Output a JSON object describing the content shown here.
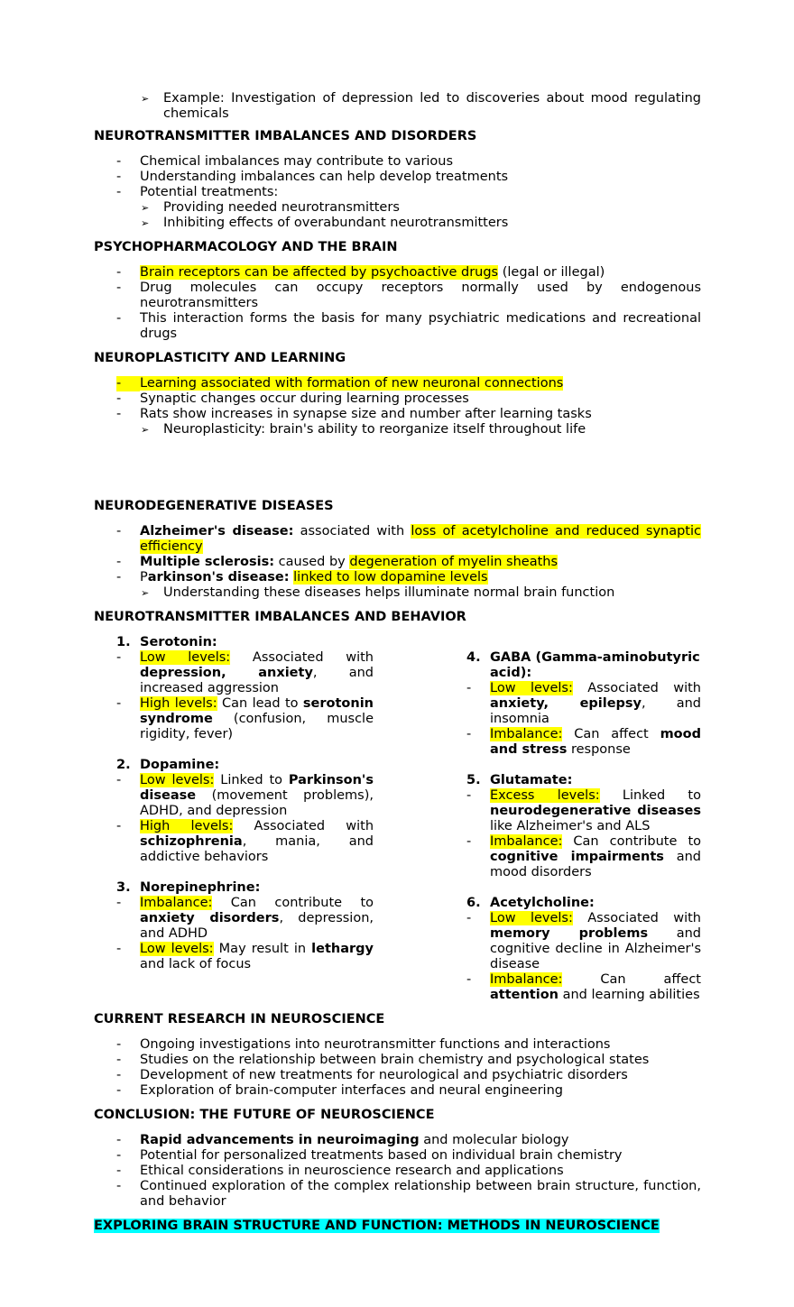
{
  "intro_bullet": "Example: Investigation of depression led to discoveries about mood regulating chemicals",
  "sections": {
    "imbalances": {
      "title": "NEUROTRANSMITTER IMBALANCES AND DISORDERS",
      "items": [
        "Chemical imbalances may contribute to various",
        "Understanding imbalances can help develop treatments",
        "Potential treatments:"
      ],
      "sub": [
        "Providing needed neurotransmitters",
        "Inhibiting effects of overabundant neurotransmitters"
      ]
    },
    "psychopharm": {
      "title": "PSYCHOPHARMACOLOGY AND THE BRAIN",
      "item1_hl": "Brain receptors can be affected by psychoactive drugs",
      "item1_rest": " (legal or illegal)",
      "item2": "Drug molecules can occupy receptors normally used by endogenous neurotransmitters",
      "item3": "This interaction forms the basis for many psychiatric medications and recreational drugs"
    },
    "plasticity": {
      "title": "NEUROPLASTICITY AND LEARNING",
      "item1": "Learning associated with formation of new neuronal connections",
      "item2": "Synaptic changes occur during learning processes",
      "item3": "Rats show increases in synapse size and number after learning tasks",
      "sub": "Neuroplasticity: brain's ability to reorganize itself throughout life"
    },
    "degenerative": {
      "title": "NEURODEGENERATIVE DISEASES",
      "alz_b": "Alzheimer's disease:",
      "alz_t": " associated with ",
      "alz_hl": "loss of acetylcholine and reduced synaptic efficiency",
      "ms_b": "Multiple sclerosis:",
      "ms_t": " caused by ",
      "ms_hl": "degeneration of myelin sheaths",
      "pd_p": "P",
      "pd_b": "arkinson's disease:",
      "pd_hl": "linked to low dopamine levels",
      "sub": "Understanding these diseases helps illuminate normal brain function"
    },
    "behavior": {
      "title": "NEUROTRANSMITTER IMBALANCES AND BEHAVIOR",
      "serotonin": {
        "num": "1.",
        "name": "Serotonin:",
        "a_hl": "Low levels:",
        "a_t1": " Associated with ",
        "a_b": "depression, anxiety",
        "a_t2": ", and increased aggression",
        "b_hl": "High levels:",
        "b_t1": " Can lead to ",
        "b_b": "serotonin syndrome",
        "b_t2": " (confusion, muscle rigidity, fever)"
      },
      "dopamine": {
        "num": "2.",
        "name": "Dopamine:",
        "a_hl": "Low levels:",
        "a_t1": " Linked to ",
        "a_b": "Parkinson's disease",
        "a_t2": " (movement problems), ADHD, and depression",
        "b_hl": "High levels:",
        "b_t1": " Associated with ",
        "b_b": "schizophrenia",
        "b_t2": ", mania, and addictive behaviors"
      },
      "norepinephrine": {
        "num": "3.",
        "name": "Norepinephrine:",
        "a_hl": "Imbalance:",
        "a_t1": " Can contribute to ",
        "a_b": "anxiety disorders",
        "a_t2": ", depression, and ADHD",
        "b_hl": "Low levels:",
        "b_t1": " May result in ",
        "b_b": "lethargy",
        "b_t2": " and lack of focus"
      },
      "gaba": {
        "num": "4.",
        "name": "GABA (Gamma-aminobutyric acid):",
        "a_hl": "Low levels:",
        "a_t1": " Associated with ",
        "a_b": "anxiety, epilepsy",
        "a_t2": ", and insomnia",
        "b_hl": "Imbalance:",
        "b_t1": " Can affect ",
        "b_b": "mood and stress",
        "b_t2": " response"
      },
      "glutamate": {
        "num": "5.",
        "name": "Glutamate:",
        "a_hl": "Excess levels:",
        "a_t1": " Linked to ",
        "a_b": "neurodegenerative diseases",
        "a_t2": " like Alzheimer's and ALS",
        "b_hl": "Imbalance:",
        "b_t1": " Can contribute to ",
        "b_b": "cognitive impairments",
        "b_t2": " and mood disorders"
      },
      "acetylcholine": {
        "num": "6.",
        "name": "Acetylcholine:",
        "a_hl": "Low levels:",
        "a_t1": " Associated with ",
        "a_b": "memory problems",
        "a_t2": " and cognitive decline in Alzheimer's disease",
        "b_hl": "Imbalance:",
        "b_t1": " Can affect ",
        "b_b": "attention",
        "b_t2": " and learning abilities"
      }
    },
    "research": {
      "title": "CURRENT RESEARCH IN NEUROSCIENCE",
      "items": [
        "Ongoing investigations into neurotransmitter functions and interactions",
        "Studies on the relationship between brain chemistry and psychological states",
        "Development of new treatments for neurological and psychiatric disorders",
        "Exploration of brain-computer interfaces and neural engineering"
      ]
    },
    "conclusion": {
      "title": "CONCLUSION: THE FUTURE OF NEUROSCIENCE",
      "item1_b": "Rapid advancements in neuroimaging",
      "item1_t": " and molecular biology",
      "items": [
        "Potential for personalized treatments based on individual brain chemistry",
        "Ethical considerations in neuroscience research and applications",
        "Continued exploration of the complex relationship between brain structure, function, and behavior"
      ]
    },
    "next": {
      "title": "EXPLORING BRAIN STRUCTURE AND FUNCTION: METHODS IN NEUROSCIENCE"
    }
  }
}
